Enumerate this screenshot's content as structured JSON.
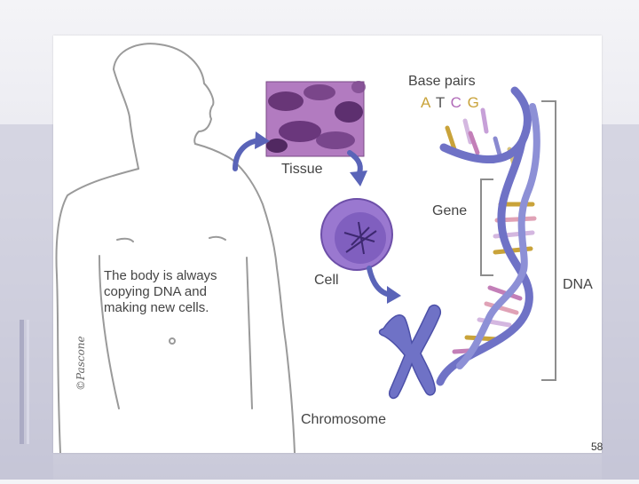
{
  "labels": {
    "base_pairs": "Base pairs",
    "bases": [
      "A",
      "T",
      "C",
      "G"
    ],
    "tissue": "Tissue",
    "gene": "Gene",
    "cell": "Cell",
    "dna": "DNA",
    "chromosome": "Chromosome"
  },
  "body_text": [
    "The body is always",
    "copying DNA and",
    "making new cells."
  ],
  "signature": "©Pascone",
  "page_number": "58",
  "colors": {
    "outline": "#9a9a9a",
    "tissue": "#8a4f92",
    "cell": "#8a66c4",
    "dna_strand": "#6f72c6",
    "arrow": "#5a64b8",
    "bracket": "#8d8d8d"
  }
}
